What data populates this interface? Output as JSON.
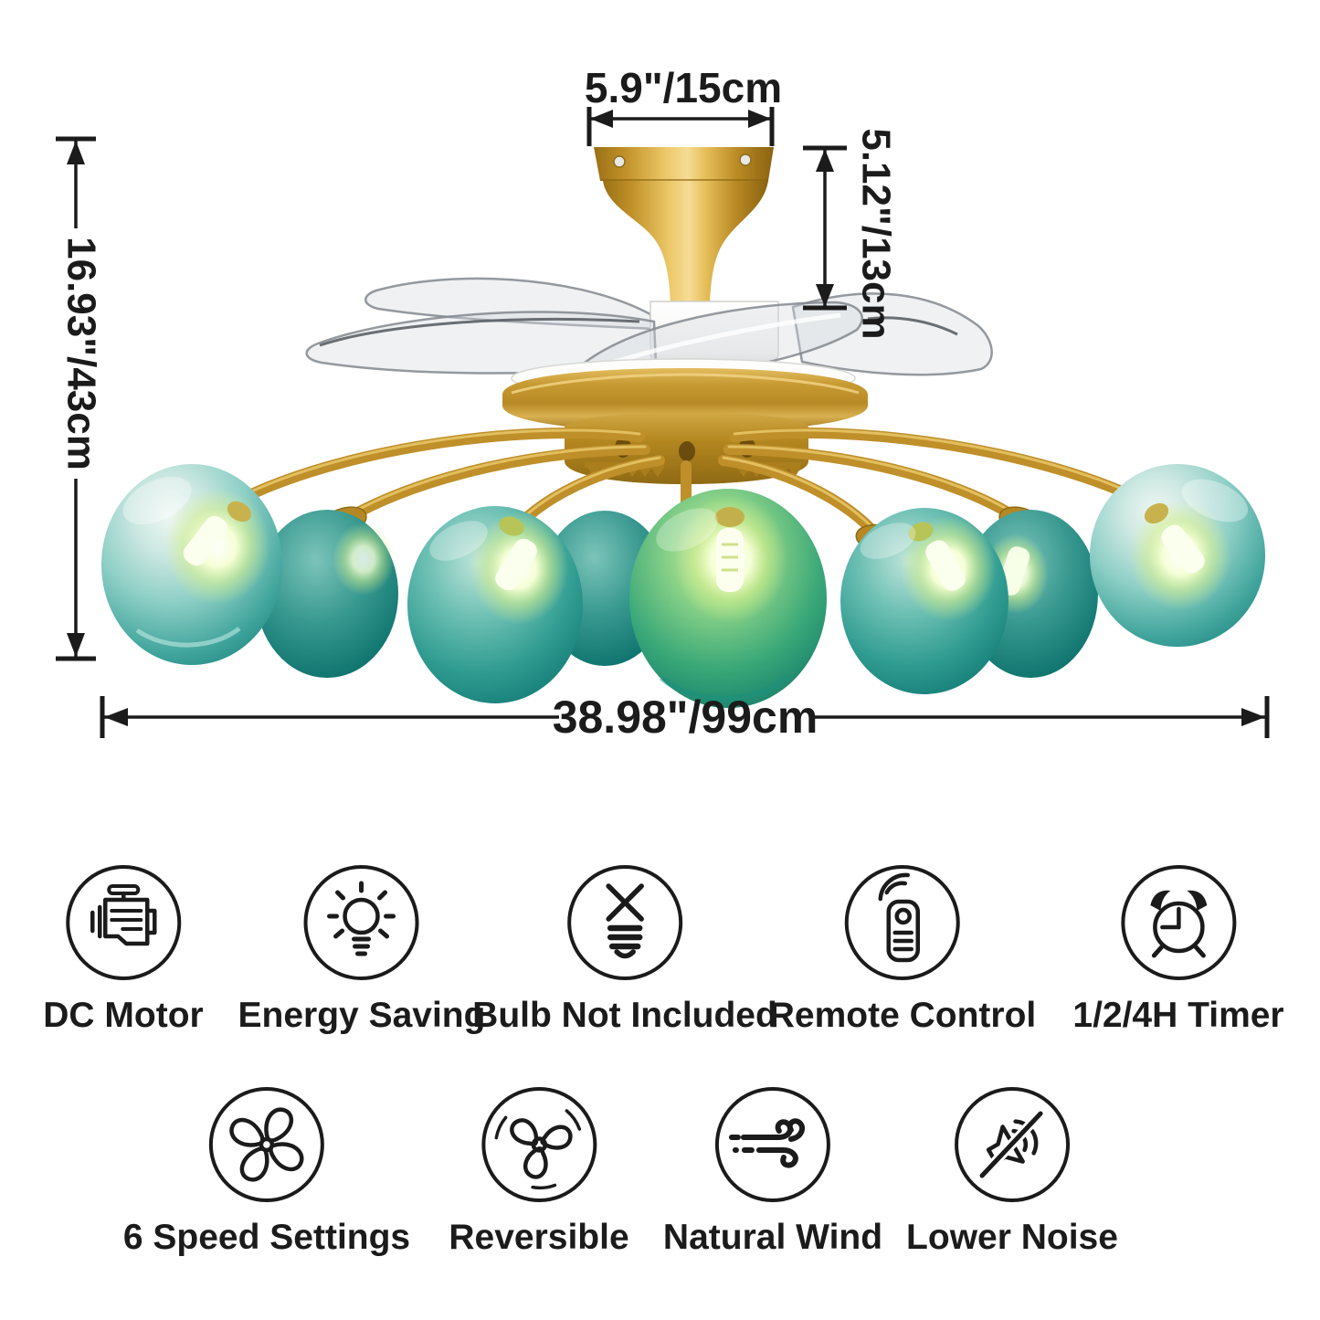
{
  "dimensions": {
    "canopy_width": "5.9\"/15cm",
    "canopy_height": "5.12\"/13cm",
    "total_height": "16.93\"/43cm",
    "total_width": "38.98\"/99cm"
  },
  "features": {
    "row1": [
      {
        "icon": "engine-icon",
        "label": "DC Motor"
      },
      {
        "icon": "lightbulb-rays-icon",
        "label": "Energy Saving"
      },
      {
        "icon": "bulb-crossed-icon",
        "label": "Bulb Not Included"
      },
      {
        "icon": "remote-control-icon",
        "label": "Remote Control"
      },
      {
        "icon": "alarm-clock-icon",
        "label": "1/2/4H Timer"
      }
    ],
    "row2": [
      {
        "icon": "fan-blades-icon",
        "label": "6 Speed Settings"
      },
      {
        "icon": "reversible-fan-icon",
        "label": "Reversible"
      },
      {
        "icon": "wind-icon",
        "label": "Natural Wind"
      },
      {
        "icon": "muted-speaker-icon",
        "label": "Lower Noise"
      }
    ]
  },
  "colors": {
    "background": "#ffffff",
    "annotation": "#1b1b1b",
    "gold": "#c6962f",
    "gold_highlight": "#f2d488",
    "teal_glass": "#2f9b94",
    "teal_deep": "#0d6f6c",
    "glow": "#e9ffca"
  }
}
